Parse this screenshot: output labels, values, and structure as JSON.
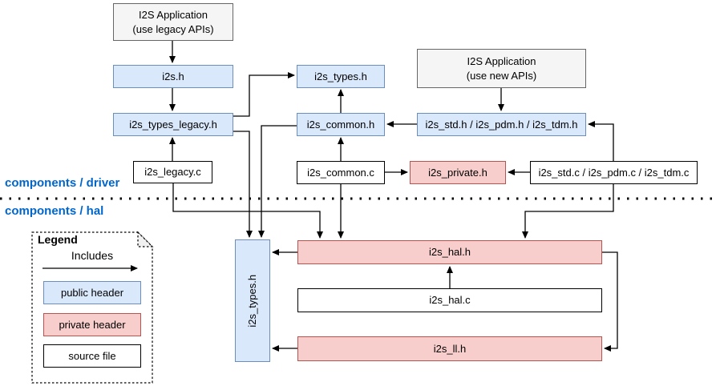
{
  "diagram": {
    "sections": {
      "driver_label": "components / driver",
      "hal_label": "components / hal"
    },
    "nodes": {
      "app_legacy_line1": "I2S Application",
      "app_legacy_line2": "(use legacy APIs)",
      "i2s_h": "i2s.h",
      "i2s_types_legacy_h": "i2s_types_legacy.h",
      "i2s_legacy_c": "i2s_legacy.c",
      "i2s_types_h": "i2s_types.h",
      "i2s_common_h": "i2s_common.h",
      "i2s_common_c": "i2s_common.c",
      "app_new_line1": "I2S Application",
      "app_new_line2": "(use new APIs)",
      "i2s_std_h": "i2s_std.h / i2s_pdm.h / i2s_tdm.h",
      "i2s_private_h": "i2s_private.h",
      "i2s_std_c": "i2s_std.c / i2s_pdm.c / i2s_tdm.c",
      "i2s_types_h_hal": "i2s_types.h",
      "i2s_hal_h": "i2s_hal.h",
      "i2s_hal_c": "i2s_hal.c",
      "i2s_ll_h": "i2s_ll.h"
    },
    "legend": {
      "title": "Legend",
      "includes_label": "Includes",
      "public_header": "public header",
      "private_header": "private header",
      "source_file": "source file"
    },
    "colors": {
      "public_header_fill": "#dae8fc",
      "public_header_border": "#6c8ebf",
      "private_header_fill": "#f8cecc",
      "private_header_border": "#b85450",
      "application_fill": "#f5f5f5",
      "application_border": "#666666",
      "source_file_fill": "#ffffff",
      "source_file_border": "#000000",
      "section_label_color": "#0066cc",
      "arrow_color": "#000000"
    }
  }
}
